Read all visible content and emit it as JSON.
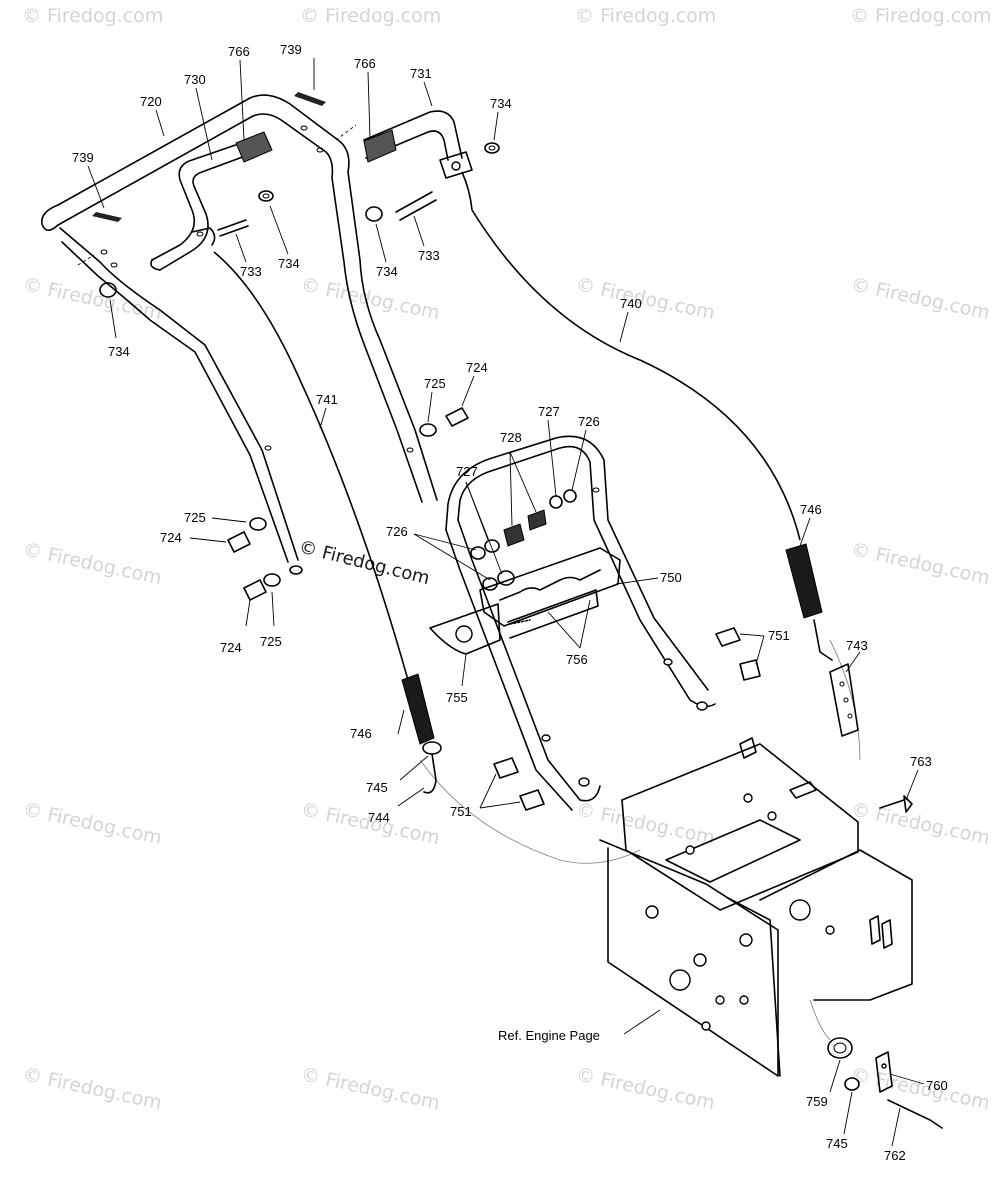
{
  "watermark": {
    "text": "© Firedog.com",
    "center_text": "© Firedog.com"
  },
  "reference_note": "Ref. Engine Page",
  "part_labels": [
    {
      "id": "p720",
      "text": "720"
    },
    {
      "id": "p730",
      "text": "730"
    },
    {
      "id": "p766a",
      "text": "766"
    },
    {
      "id": "p739a",
      "text": "739"
    },
    {
      "id": "p766b",
      "text": "766"
    },
    {
      "id": "p731",
      "text": "731"
    },
    {
      "id": "p734a",
      "text": "734"
    },
    {
      "id": "p739b",
      "text": "739"
    },
    {
      "id": "p733a",
      "text": "733"
    },
    {
      "id": "p734b",
      "text": "734"
    },
    {
      "id": "p734c",
      "text": "734"
    },
    {
      "id": "p733b",
      "text": "733"
    },
    {
      "id": "p734d",
      "text": "734"
    },
    {
      "id": "p740",
      "text": "740"
    },
    {
      "id": "p741",
      "text": "741"
    },
    {
      "id": "p725a",
      "text": "725"
    },
    {
      "id": "p724a",
      "text": "724"
    },
    {
      "id": "p727a",
      "text": "727"
    },
    {
      "id": "p726a",
      "text": "726"
    },
    {
      "id": "p728",
      "text": "728"
    },
    {
      "id": "p727b",
      "text": "727"
    },
    {
      "id": "p726b",
      "text": "726"
    },
    {
      "id": "p725b",
      "text": "725"
    },
    {
      "id": "p724b",
      "text": "724"
    },
    {
      "id": "p724c",
      "text": "724"
    },
    {
      "id": "p725c",
      "text": "725"
    },
    {
      "id": "p750",
      "text": "750"
    },
    {
      "id": "p746a",
      "text": "746"
    },
    {
      "id": "p756",
      "text": "756"
    },
    {
      "id": "p751a",
      "text": "751"
    },
    {
      "id": "p743",
      "text": "743"
    },
    {
      "id": "p755",
      "text": "755"
    },
    {
      "id": "p746b",
      "text": "746"
    },
    {
      "id": "p745a",
      "text": "745"
    },
    {
      "id": "p744",
      "text": "744"
    },
    {
      "id": "p751b",
      "text": "751"
    },
    {
      "id": "p763",
      "text": "763"
    },
    {
      "id": "p760",
      "text": "760"
    },
    {
      "id": "p759",
      "text": "759"
    },
    {
      "id": "p745b",
      "text": "745"
    },
    {
      "id": "p762",
      "text": "762"
    }
  ]
}
